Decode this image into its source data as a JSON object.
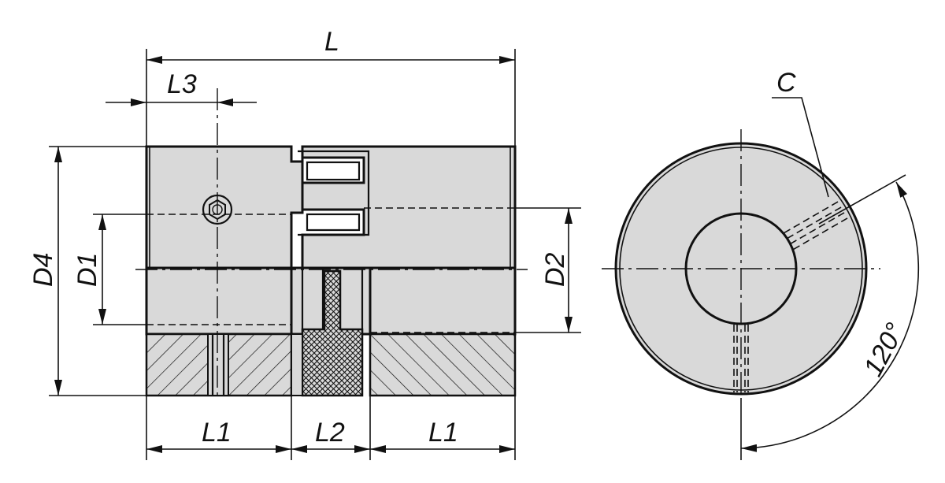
{
  "labels": {
    "L": "L",
    "L3": "L3",
    "D4": "D4",
    "D1": "D1",
    "D2": "D2",
    "L1_left": "L1",
    "L2": "L2",
    "L1_right": "L1",
    "C": "C",
    "angle": "120°"
  }
}
